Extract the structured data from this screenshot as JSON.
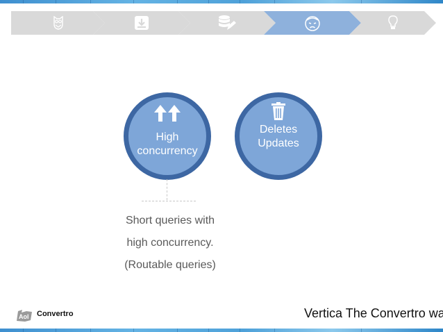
{
  "header": {
    "steps": [
      {
        "icon": "owl-icon",
        "active": false
      },
      {
        "icon": "download-icon",
        "active": false
      },
      {
        "icon": "database-edit-icon",
        "active": false
      },
      {
        "icon": "sad-face-icon",
        "active": true
      },
      {
        "icon": "lightbulb-icon",
        "active": false
      }
    ]
  },
  "circles": [
    {
      "icon": "double-up-arrows-icon",
      "label_line1": "High",
      "label_line2": "concurrency"
    },
    {
      "icon": "trash-icon",
      "label_line1": "Deletes",
      "label_line2": "Updates"
    }
  ],
  "description": {
    "line1": "Short queries with",
    "line2": "high concurrency.",
    "line3": "(Routable queries)"
  },
  "footer": {
    "logo_icon": "aol-logo-icon",
    "brand": "Convertro",
    "title": "Vertica The Convertro wa"
  },
  "colors": {
    "band": "#4ea1d9",
    "step_inactive": "#d9d9d9",
    "step_active": "#8eb1dc",
    "circle_fill": "#7ea6d8",
    "circle_ring": "#3d67a3",
    "desc_text": "#595959"
  }
}
